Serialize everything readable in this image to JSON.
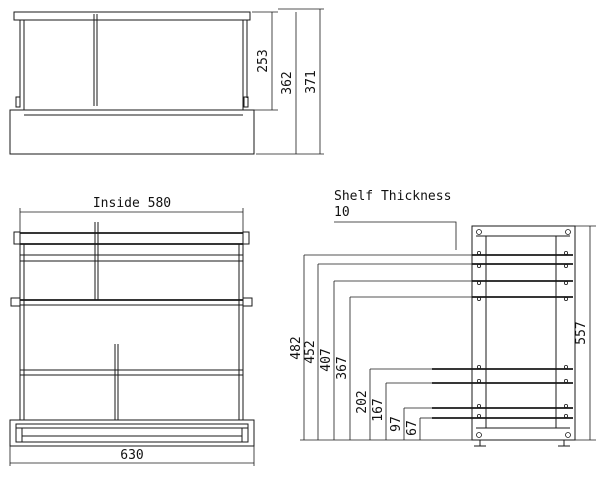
{
  "top_view": {
    "dim_253": "253",
    "dim_362": "362",
    "dim_371": "371"
  },
  "front_view": {
    "inside_width": "Inside 580",
    "outer_width": "630"
  },
  "side_view": {
    "shelf_thickness_label": "Shelf Thickness",
    "shelf_thickness_value": "10",
    "total_height": "557",
    "levels": [
      "482",
      "452",
      "407",
      "367",
      "202",
      "167",
      "97",
      "67"
    ]
  }
}
